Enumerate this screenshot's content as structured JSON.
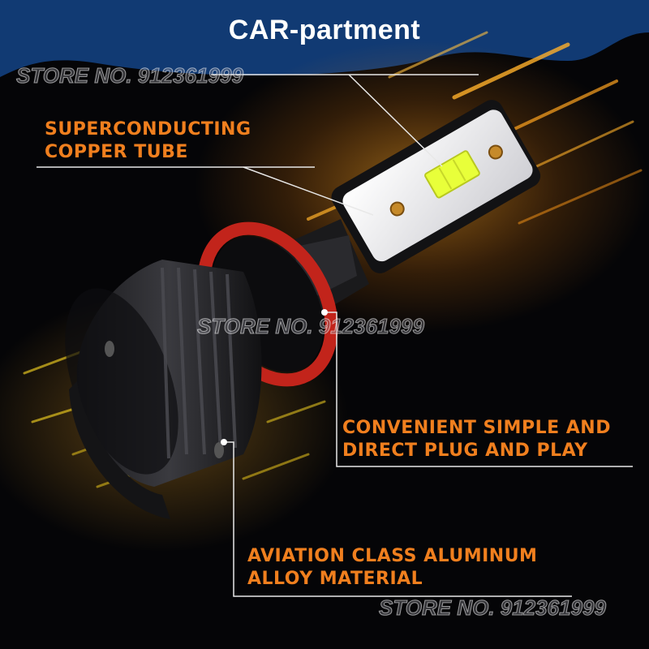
{
  "title": "CAR-partment",
  "watermarks": [
    "STORE NO. 912361999",
    "STORE NO. 912361999",
    "STORE NO. 912361999"
  ],
  "callouts": [
    {
      "lines": [
        "SUPERCONDUCTING",
        "COPPER TUBE"
      ]
    },
    {
      "lines": [
        "CONVENIENT SIMPLE AND",
        "DIRECT PLUG AND PLAY"
      ]
    },
    {
      "lines": [
        "AVIATION CLASS ALUMINUM",
        "ALLOY MATERIAL"
      ]
    }
  ],
  "colors": {
    "header_blue": "#113a73",
    "callout_orange": "#f07f1e",
    "glow_amber": "#ffae2a",
    "red_ring": "#c2241b",
    "led_yellow": "#e8ff3a"
  }
}
